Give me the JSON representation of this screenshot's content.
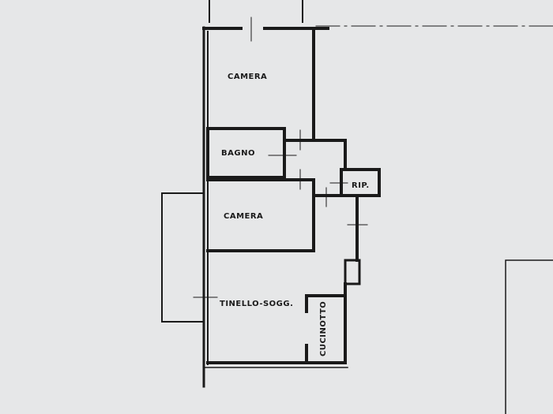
{
  "floor_plan": {
    "rooms": [
      {
        "id": "camera-1",
        "label": "CAMERA"
      },
      {
        "id": "bagno",
        "label": "BAGNO"
      },
      {
        "id": "ripostiglio",
        "label": "RIP."
      },
      {
        "id": "camera-2",
        "label": "CAMERA"
      },
      {
        "id": "tinello",
        "label": "TINELLO-SOGG."
      },
      {
        "id": "cucinotto",
        "label": "CUCINOTTO"
      }
    ],
    "colors": {
      "paper": "#e6e7e8",
      "ink": "#1a1a1a"
    }
  }
}
